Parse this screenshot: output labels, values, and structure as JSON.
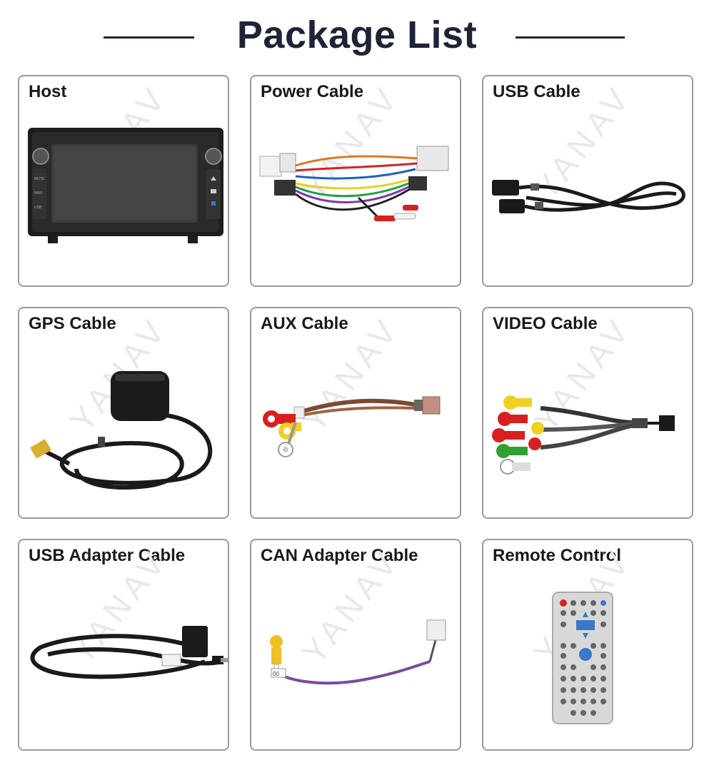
{
  "header": {
    "title": "Package List"
  },
  "watermark": "YANAV",
  "items": [
    {
      "label": "Host",
      "icon": "car-stereo-head-unit"
    },
    {
      "label": "Power Cable",
      "icon": "power-harness"
    },
    {
      "label": "USB Cable",
      "icon": "usb-cable"
    },
    {
      "label": "GPS Cable",
      "icon": "gps-antenna"
    },
    {
      "label": "AUX Cable",
      "icon": "aux-rca-cable"
    },
    {
      "label": "VIDEO Cable",
      "icon": "video-rca-cable"
    },
    {
      "label": "USB Adapter Cable",
      "icon": "usb-adapter-cable"
    },
    {
      "label": "CAN Adapter Cable",
      "icon": "can-adapter-cable"
    },
    {
      "label": "Remote Control",
      "icon": "remote-control"
    }
  ],
  "host_panel": {
    "buttons": [
      "MUTE",
      "NAVI",
      "USB"
    ]
  },
  "can_tag": "00"
}
